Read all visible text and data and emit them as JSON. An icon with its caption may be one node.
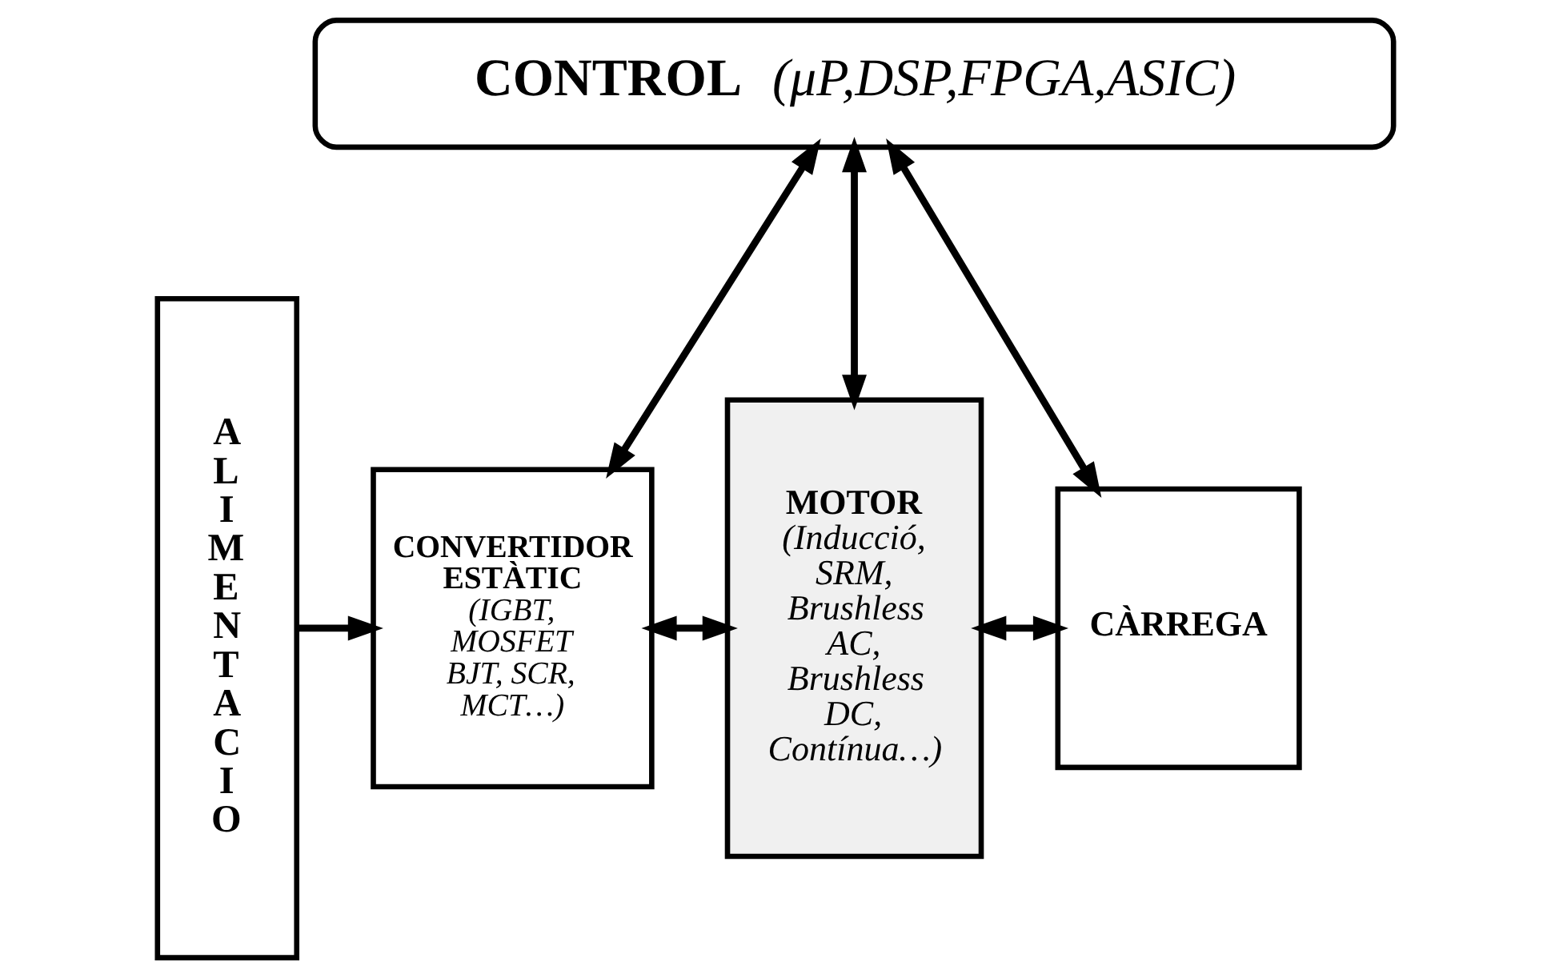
{
  "diagram": {
    "nodes": [
      {
        "text": [
          "A L I M E N T A C I O"
        ]
      },
      {
        "text": [
          "CONTROL",
          "(μP,DSP,FPGA,ASIC)"
        ]
      },
      {
        "text": [
          "CONVERTIDOR ESTÀTIC",
          "(IGBT, MOSFET BJT, SCR, MCT…)"
        ]
      },
      {
        "text": [
          "MOTOR",
          "(Inducció, SRM, Brushless AC, Brushless DC, Contínua…)"
        ]
      },
      {
        "text": [
          "CÀRREGA"
        ]
      }
    ],
    "edges": [
      {
        "from": 0,
        "to": 2,
        "arrow": "to"
      },
      {
        "from": 1,
        "to": 2,
        "arrow": "both"
      },
      {
        "from": 1,
        "to": 3,
        "arrow": "both"
      },
      {
        "from": 1,
        "to": 4,
        "arrow": "both"
      },
      {
        "from": 2,
        "to": 3,
        "arrow": "both"
      },
      {
        "from": 3,
        "to": 4,
        "arrow": "both"
      }
    ]
  }
}
